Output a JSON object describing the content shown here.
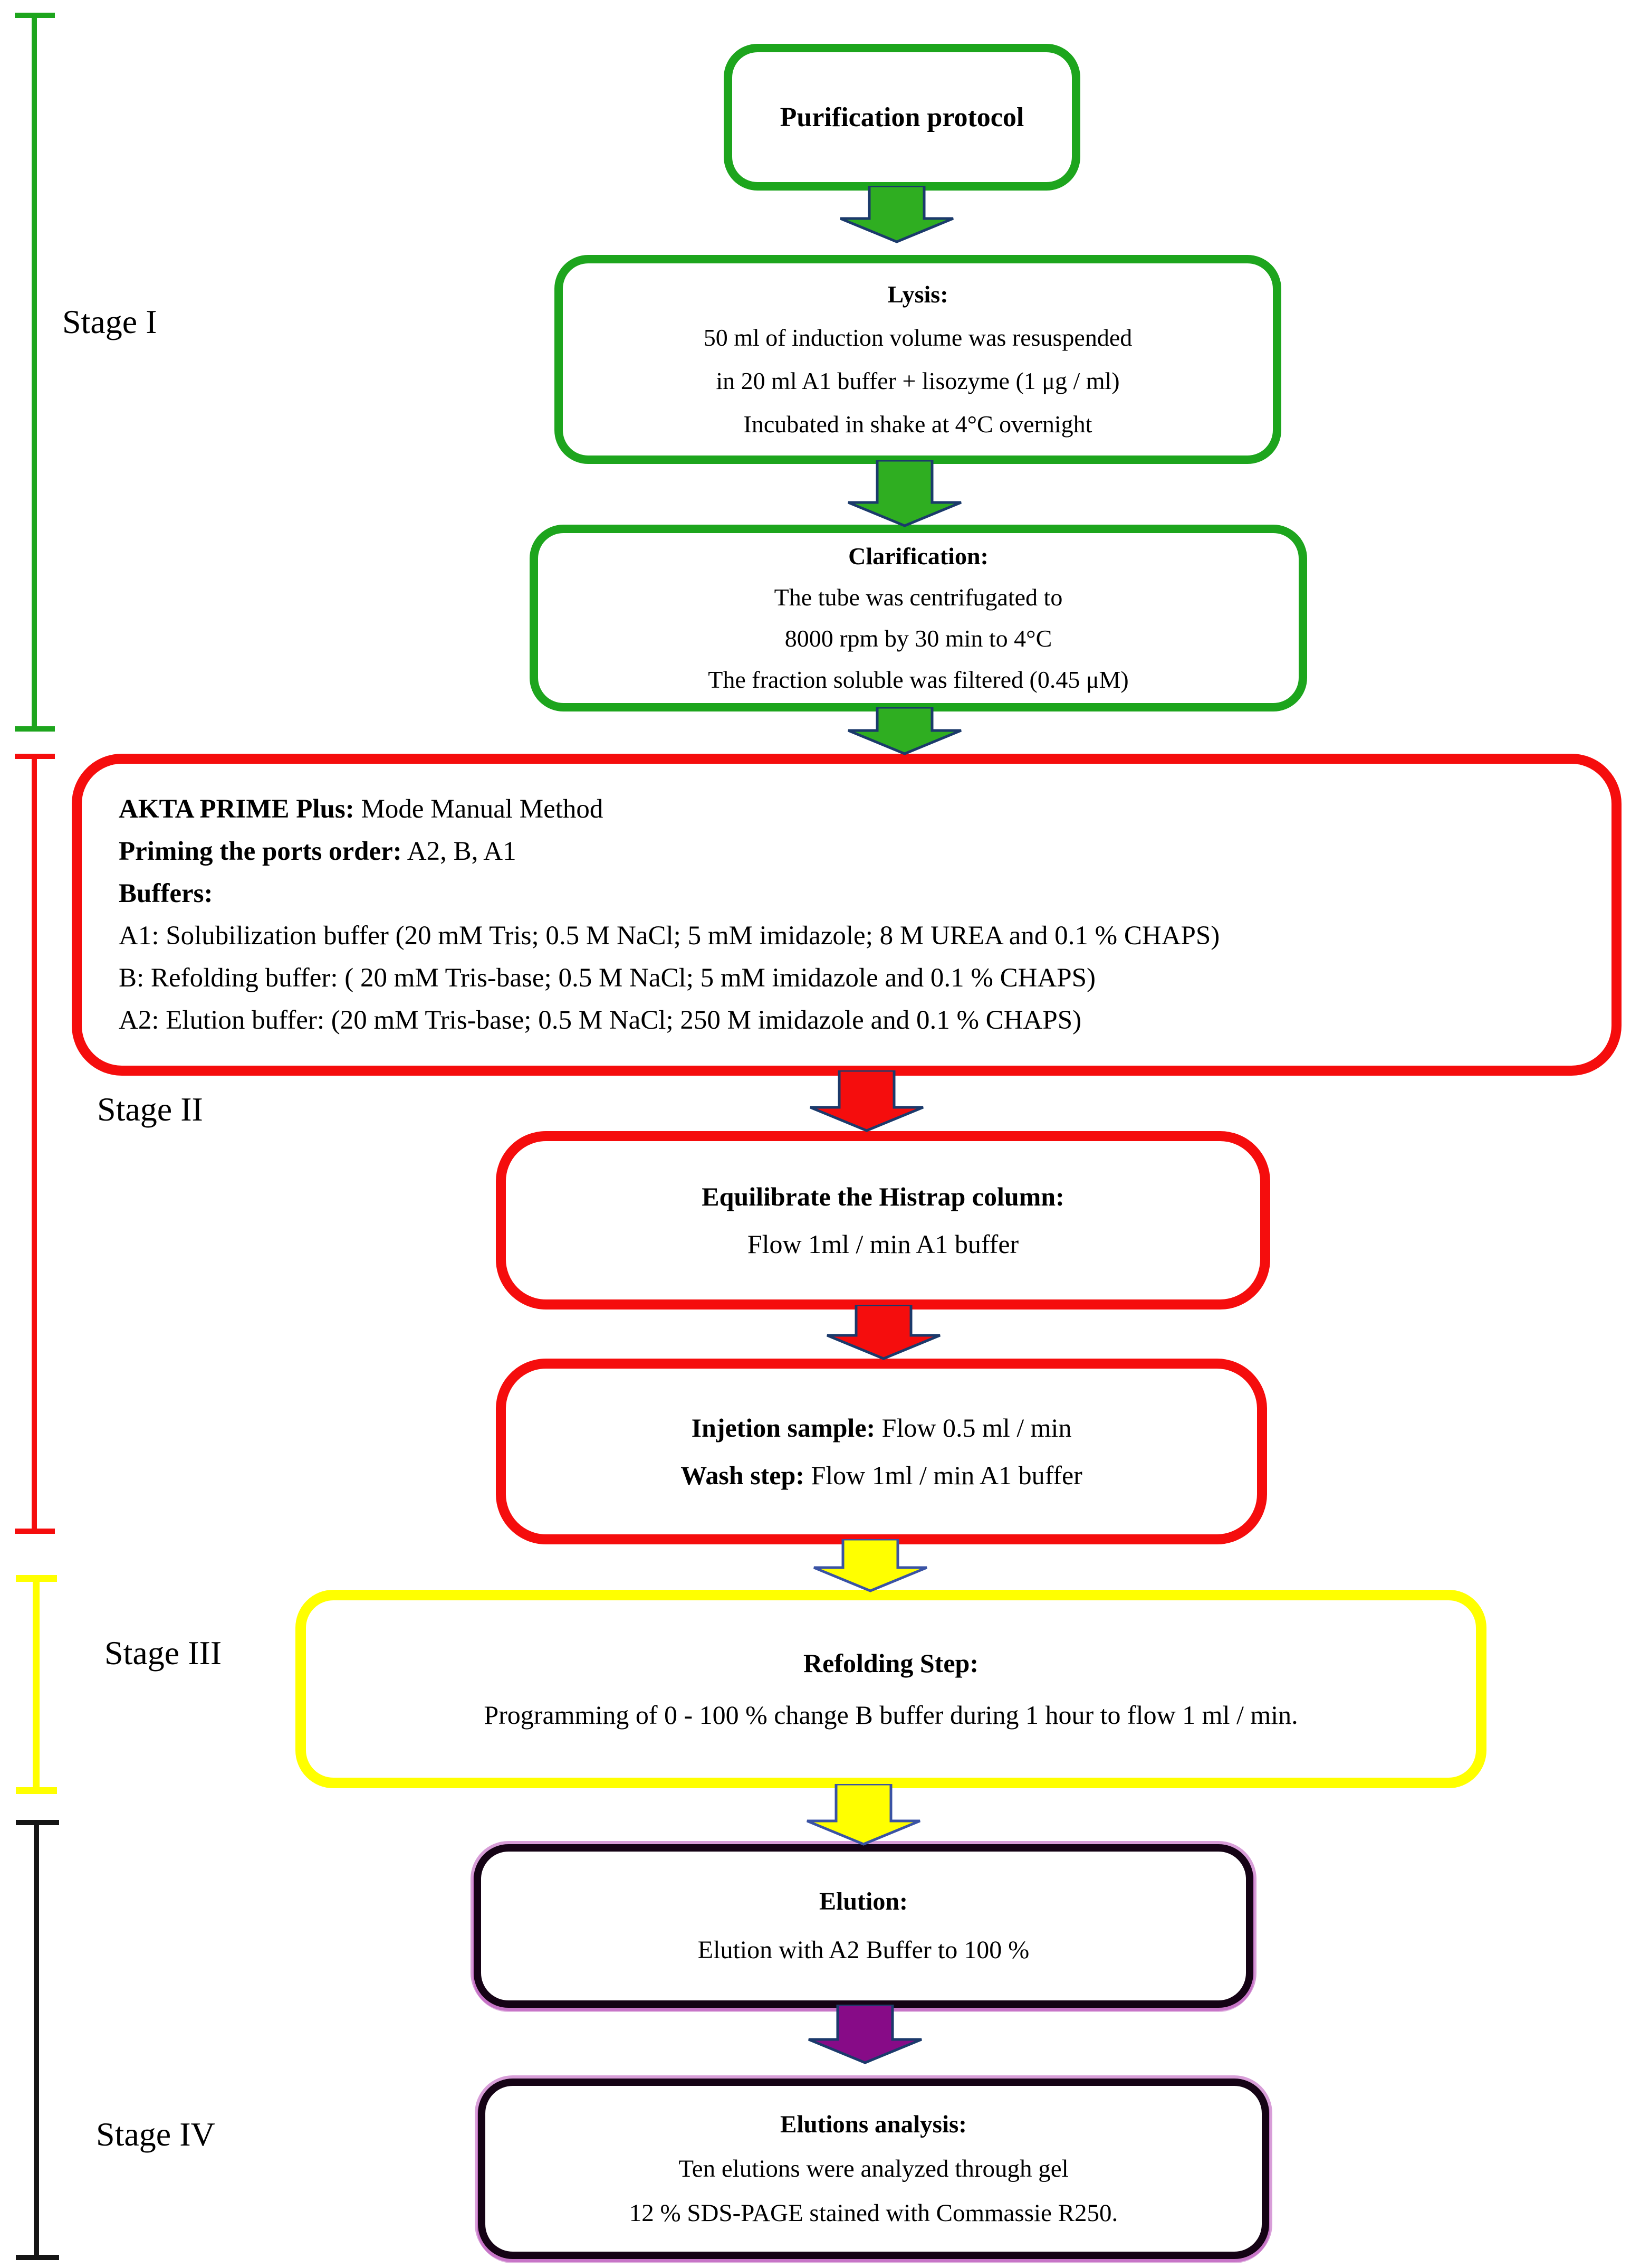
{
  "figure": {
    "background": "#ffffff",
    "kind": "purification-protocol-flowchart"
  },
  "colors": {
    "stage1_green": "#1da51d",
    "stage2_red": "#f50d0d",
    "stage3_yellow": "#ffff00",
    "stage4_black": "#151515",
    "arrow_green_fill": "#2fae21",
    "arrow_red_fill": "#f50d0d",
    "arrow_yellow_fill": "#ffff00",
    "arrow_purple_fill": "#870b87",
    "arrow_outline_navy": "#1b3a6b"
  },
  "stages": [
    {
      "label": "Stage I"
    },
    {
      "label": "Stage II"
    },
    {
      "label": "Stage III"
    },
    {
      "label": "Stage IV"
    }
  ],
  "boxes": {
    "purification": {
      "title": "Purification protocol"
    },
    "lysis": {
      "title": "Lysis:",
      "lines": [
        "50 ml of induction volume was resuspended",
        "in 20 ml A1 buffer + lisozyme (1 μg / ml)",
        "Incubated in shake at 4°C overnight"
      ]
    },
    "clarification": {
      "title": "Clarification:",
      "lines": [
        "The tube was centrifugated to",
        "8000 rpm by 30 min to 4°C",
        "The fraction soluble was filtered (0.45 μM)"
      ]
    },
    "akta": {
      "lines": [
        {
          "b": "AKTA PRIME Plus:",
          "r": " Mode Manual Method"
        },
        {
          "b": "Priming the ports order:",
          "r": " A2, B, A1"
        },
        {
          "b": "Buffers:",
          "r": ""
        },
        {
          "b": "",
          "r": "A1: Solubilization buffer (20 mM Tris; 0.5 M NaCl; 5 mM imidazole; 8 M UREA and 0.1 % CHAPS)"
        },
        {
          "b": "",
          "r": "B: Refolding buffer: ( 20 mM Tris-base; 0.5 M NaCl; 5 mM imidazole and 0.1 % CHAPS)"
        },
        {
          "b": "",
          "r": "A2: Elution buffer: (20 mM Tris-base; 0.5 M NaCl; 250 M imidazole and 0.1 % CHAPS)"
        }
      ]
    },
    "equilibrate": {
      "title": "Equilibrate the Histrap column:",
      "lines": [
        "Flow 1ml / min A1 buffer"
      ]
    },
    "injection": {
      "lines": [
        {
          "b": "Injetion sample:",
          "r": " Flow 0.5 ml / min"
        },
        {
          "b": "Wash step:",
          "r": " Flow 1ml / min A1 buffer"
        }
      ]
    },
    "refolding": {
      "title": "Refolding Step:",
      "lines": [
        "Programming of 0 - 100 % change B buffer during 1 hour to flow 1 ml / min."
      ]
    },
    "elution": {
      "title": "Elution:",
      "lines": [
        "Elution with A2 Buffer to 100 %"
      ]
    },
    "analysis": {
      "title": "Elutions analysis:",
      "lines": [
        "Ten elutions were analyzed through gel",
        "12 % SDS-PAGE stained with Commassie R250."
      ]
    }
  }
}
